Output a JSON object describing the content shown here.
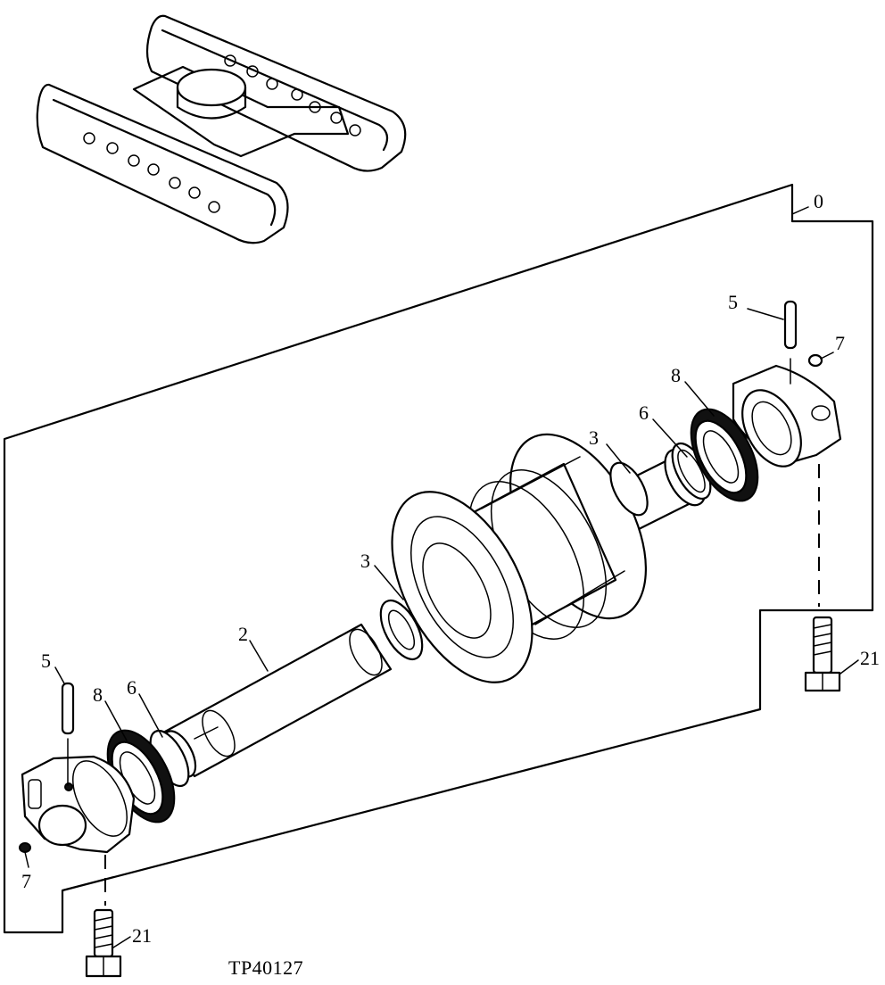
{
  "diagram": {
    "caption": "TP40127",
    "callouts": {
      "group": "0",
      "shaft": "2",
      "bushing_left": "3",
      "bushing_right": "3",
      "pin_left": "5",
      "pin_right": "5",
      "oring_left": "6",
      "oring_right": "6",
      "plug_left": "7",
      "plug_right": "7",
      "seal_left": "8",
      "seal_right": "8",
      "bolt_left": "21",
      "bolt_right": "21"
    }
  }
}
